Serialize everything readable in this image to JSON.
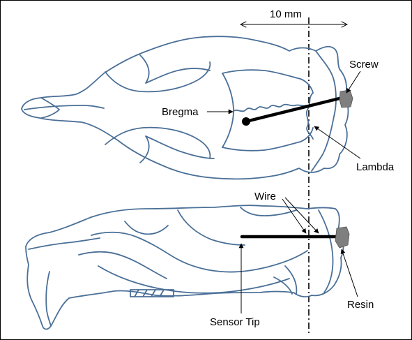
{
  "scale": {
    "text": "10 mm"
  },
  "labels": {
    "bregma": "Bregma",
    "lambda": "Lambda",
    "screw": "Screw",
    "wire": "Wire",
    "resin": "Resin",
    "sensor_tip": "Sensor Tip"
  },
  "colors": {
    "bone_outline": "#4a6f97",
    "screw_resin": "#7f7f7f",
    "wire": "#000000"
  }
}
